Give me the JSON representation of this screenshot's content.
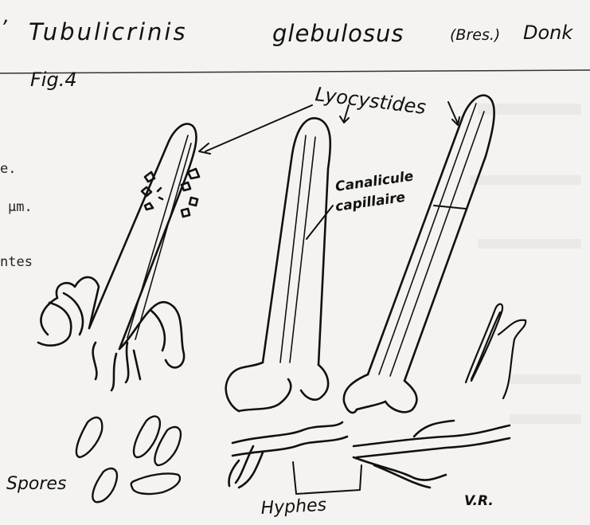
{
  "header": {
    "species": "Tubulicrinis",
    "epithet": "glebulosus",
    "authority": "(Bres.)",
    "author_short": "Donk",
    "figure": "Fig.4",
    "left_mark": ","
  },
  "labels": {
    "lyocystides": "Lyocystides",
    "canalicule": "Canalicule",
    "capillaire": "capillaire",
    "spores": "Spores",
    "hyphes": "Hyphes",
    "initials": "V.R."
  },
  "background_text": {
    "line1": "e.",
    "line2": "µm.",
    "line3": "ntes"
  },
  "colors": {
    "paper": "#f4f3f1",
    "ink": "#111111",
    "faint_text": "#e2e0dd"
  }
}
